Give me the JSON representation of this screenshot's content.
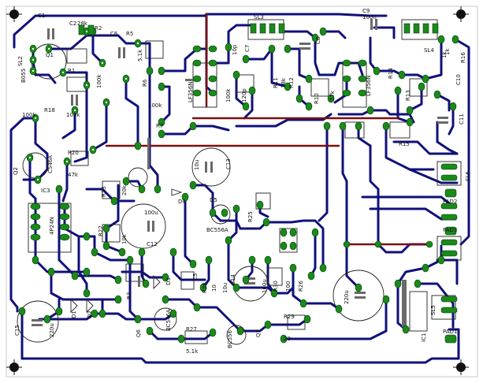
{
  "pcb": {
    "colors": {
      "track": "#10107a",
      "jumper": "#7a1010",
      "pad": "#1a8a1a",
      "silk": "#222222",
      "board": "#ffffff"
    },
    "labels": [
      {
        "text": "C1"
      },
      {
        "text": "C2"
      },
      {
        "text": "28k"
      },
      {
        "text": "R1"
      },
      {
        "text": "R2"
      },
      {
        "text": "C6"
      },
      {
        "text": "R5"
      },
      {
        "text": "100k"
      },
      {
        "text": "B055"
      },
      {
        "text": "Q1"
      },
      {
        "text": "100k"
      },
      {
        "text": "R18"
      },
      {
        "text": "100k"
      },
      {
        "text": "C546A"
      },
      {
        "text": "Q2"
      },
      {
        "text": "R20"
      },
      {
        "text": "47k"
      },
      {
        "text": "IC3"
      },
      {
        "text": "4P24N"
      },
      {
        "text": "R23"
      },
      {
        "text": "20k"
      },
      {
        "text": "R22"
      },
      {
        "text": "10k"
      },
      {
        "text": "100u"
      },
      {
        "text": "C12"
      },
      {
        "text": "D4"
      },
      {
        "text": "D5"
      },
      {
        "text": "BC556A"
      },
      {
        "text": "R25"
      },
      {
        "text": "C13"
      },
      {
        "text": "100k"
      },
      {
        "text": "R7"
      },
      {
        "text": "LF356N"
      },
      {
        "text": "SL3"
      },
      {
        "text": "C8"
      },
      {
        "text": "R11"
      },
      {
        "text": "R10"
      },
      {
        "text": "27k"
      },
      {
        "text": "R12"
      },
      {
        "text": "18k"
      },
      {
        "text": "LF356N"
      },
      {
        "text": "C9"
      },
      {
        "text": "SL4"
      },
      {
        "text": "1k"
      },
      {
        "text": "R16"
      },
      {
        "text": "R14"
      },
      {
        "text": "R13"
      },
      {
        "text": "C10"
      },
      {
        "text": "C11"
      },
      {
        "text": "R15"
      },
      {
        "text": "SL6"
      },
      {
        "text": "PAD2"
      },
      {
        "text": "PAD3"
      },
      {
        "text": "PAD1"
      },
      {
        "text": "SL5"
      },
      {
        "text": "IC1"
      },
      {
        "text": "220u"
      },
      {
        "text": "C15"
      },
      {
        "text": "220u"
      },
      {
        "text": "D1"
      },
      {
        "text": "D2"
      },
      {
        "text": "Q6"
      },
      {
        "text": "BC546A"
      },
      {
        "text": "R27"
      },
      {
        "text": "5.1k"
      },
      {
        "text": "BC556"
      },
      {
        "text": "Q7"
      },
      {
        "text": "R29"
      },
      {
        "text": "20"
      },
      {
        "text": "D3"
      },
      {
        "text": "R28"
      },
      {
        "text": "C14"
      },
      {
        "text": "10u"
      },
      {
        "text": "100u"
      },
      {
        "text": "R30"
      },
      {
        "text": "100"
      },
      {
        "text": "R26"
      },
      {
        "text": "C5"
      },
      {
        "text": "10"
      },
      {
        "text": "1k"
      },
      {
        "text": "R3"
      },
      {
        "text": "5.1k"
      },
      {
        "text": "10p"
      },
      {
        "text": "120p"
      },
      {
        "text": "SL2"
      },
      {
        "text": "100k"
      },
      {
        "text": "C7"
      },
      {
        "text": "100n"
      },
      {
        "text": "R6"
      },
      {
        "text": "10u"
      }
    ]
  }
}
